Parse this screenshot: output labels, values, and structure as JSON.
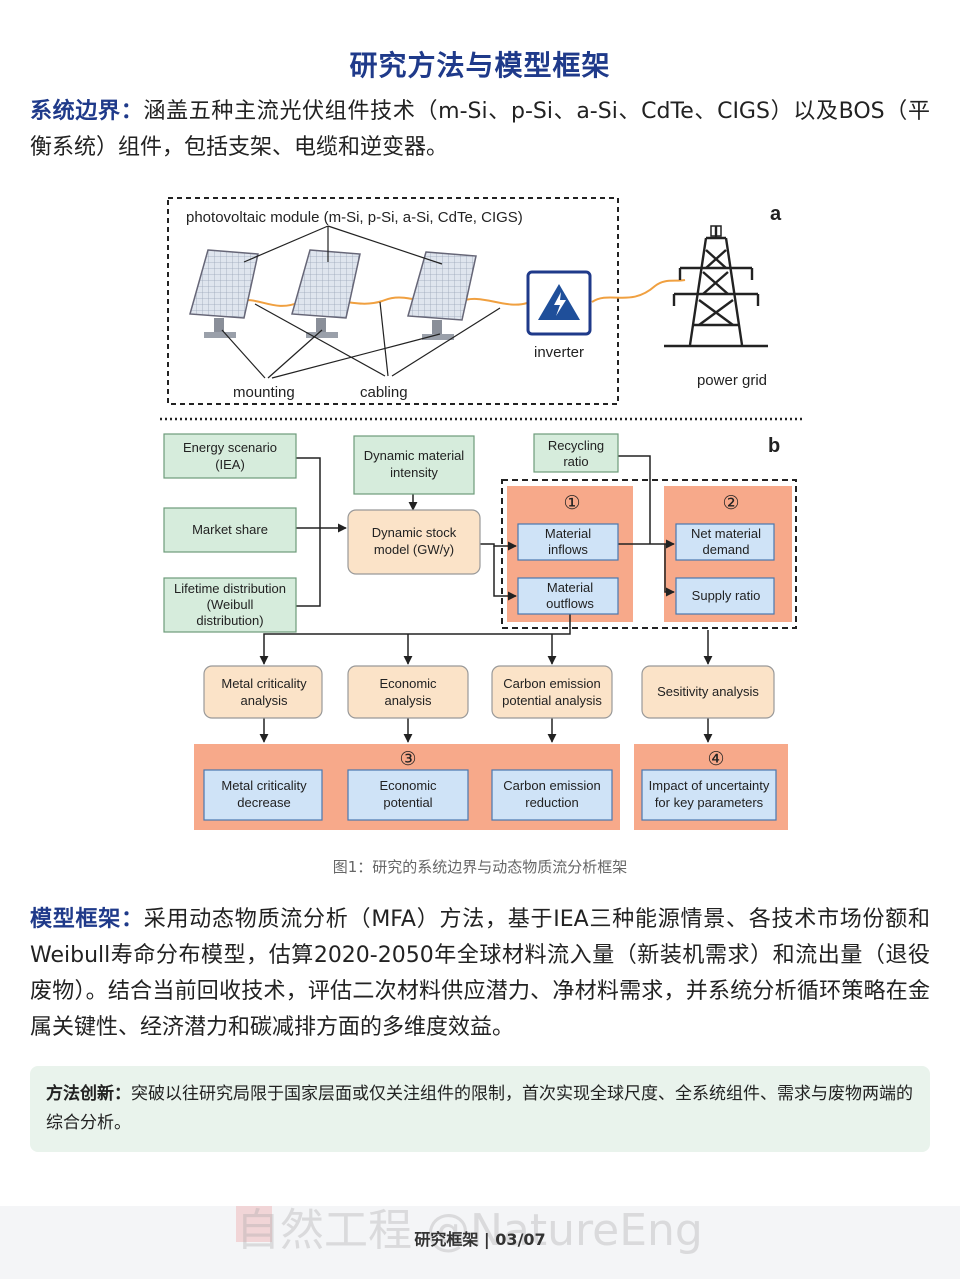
{
  "title": "研究方法与模型框架",
  "boundary": {
    "lead": "系统边界：",
    "text": "涵盖五种主流光伏组件技术（m-Si、p-Si、a-Si、CdTe、CIGS）以及BOS（平衡系统）组件，包括支架、电缆和逆变器。"
  },
  "figure": {
    "panel_a": {
      "label": "a",
      "module_label": "photovoltaic module (m-Si, p-Si, a-Si, CdTe, CIGS)",
      "inverter_label": "inverter",
      "grid_label": "power grid",
      "mounting_label": "mounting",
      "cabling_label": "cabling"
    },
    "panel_b": {
      "label": "b",
      "energy_scenario": [
        "Energy scenario",
        "(IEA)"
      ],
      "market_share": [
        "Market share"
      ],
      "lifetime": [
        "Lifetime distribution",
        "(Weibull",
        "distribution)"
      ],
      "dmi": [
        "Dynamic material",
        "intensity"
      ],
      "recycling": [
        "Recycling",
        "ratio"
      ],
      "dsm": [
        "Dynamic stock",
        "model (GW/y)"
      ],
      "num1": "①",
      "num2": "②",
      "num3": "③",
      "num4": "④",
      "inflows": [
        "Material",
        "inflows"
      ],
      "outflows": [
        "Material",
        "outflows"
      ],
      "net_demand": [
        "Net material",
        "demand"
      ],
      "supply_ratio": [
        "Supply ratio"
      ],
      "metal_analysis": [
        "Metal criticality",
        "analysis"
      ],
      "econ_analysis": [
        "Economic",
        "analysis"
      ],
      "carbon_analysis": [
        "Carbon emission",
        "potential analysis"
      ],
      "sens_analysis": [
        "Sesitivity analysis"
      ],
      "metal_decrease": [
        "Metal criticality",
        "decrease"
      ],
      "econ_potential": [
        "Economic",
        "potential"
      ],
      "carbon_reduction": [
        "Carbon emission",
        "reduction"
      ],
      "uncertainty": [
        "Impact of uncertainty",
        "for key parameters"
      ]
    }
  },
  "caption": "图1：研究的系统边界与动态物质流分析框架",
  "model": {
    "lead": "模型框架：",
    "text": "采用动态物质流分析（MFA）方法，基于IEA三种能源情景、各技术市场份额和Weibull寿命分布模型，估算2020-2050年全球材料流入量（新装机需求）和流出量（退役废物）。结合当前回收技术，评估二次材料供应潜力、净材料需求，并系统分析循环策略在金属关键性、经济潜力和碳减排方面的多维度效益。"
  },
  "innovation": {
    "lead": "方法创新：",
    "text": "突破以往研究局限于国家层面或仅关注组件的限制，首次实现全球尺度、全系统组件、需求与废物两端的综合分析。"
  },
  "watermark": "自然工程 @NatureEng",
  "footer": "研究框架 | 03/07",
  "colors": {
    "title_blue": "#1f3a8a",
    "green_box": "#d6ecdc",
    "orange_box": "#fbe3c8",
    "salmon_panel": "#f7a98a",
    "blue_box": "#cfe3f7",
    "cable_orange": "#f0a040"
  }
}
